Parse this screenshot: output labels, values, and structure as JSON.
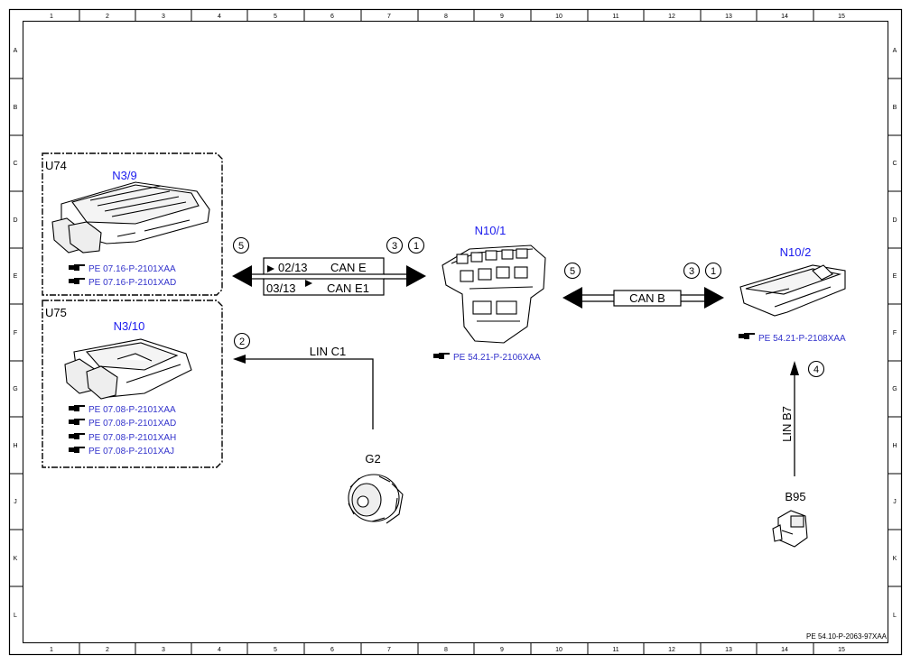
{
  "grid": {
    "columns": [
      "1",
      "2",
      "3",
      "4",
      "5",
      "6",
      "7",
      "8",
      "9",
      "10",
      "11",
      "12",
      "13",
      "14",
      "15"
    ],
    "rows": [
      "A",
      "B",
      "C",
      "D",
      "E",
      "F",
      "G",
      "H",
      "J",
      "K",
      "L"
    ]
  },
  "groups": {
    "u74": "U74",
    "u75": "U75"
  },
  "components": {
    "n3_9": {
      "label": "N3/9",
      "refs": [
        "PE 07.16-P-2101XAA",
        "PE 07.16-P-2101XAD"
      ]
    },
    "n3_10": {
      "label": "N3/10",
      "refs": [
        "PE 07.08-P-2101XAA",
        "PE 07.08-P-2101XAD",
        "PE 07.08-P-2101XAH",
        "PE 07.08-P-2101XAJ"
      ]
    },
    "n10_1": {
      "label": "N10/1",
      "ref": "PE 54.21-P-2106XAA"
    },
    "n10_2": {
      "label": "N10/2",
      "ref": "PE 54.21-P-2108XAA"
    },
    "g2": {
      "label": "G2"
    },
    "b95": {
      "label": "B95"
    }
  },
  "connections": {
    "can_e_code": "02/13",
    "can_e": "CAN E",
    "can_e1_code": "03/13",
    "can_e1": "CAN E1",
    "can_b": "CAN B",
    "lin_c1": "LIN C1",
    "lin_b7": "LIN B7"
  },
  "markers": {
    "can_e_left": "5",
    "can_e_right_a": "3",
    "can_e_right_b": "1",
    "can_b_left": "5",
    "can_b_right_a": "3",
    "can_b_right_b": "1",
    "lin_c1": "2",
    "lin_b7": "4"
  },
  "footer": {
    "doc_id": "PE 54.10-P-2063-97XAA"
  },
  "colors": {
    "identifier": "#1a1aee",
    "reference_link": "#3333cc",
    "line": "#000000"
  }
}
